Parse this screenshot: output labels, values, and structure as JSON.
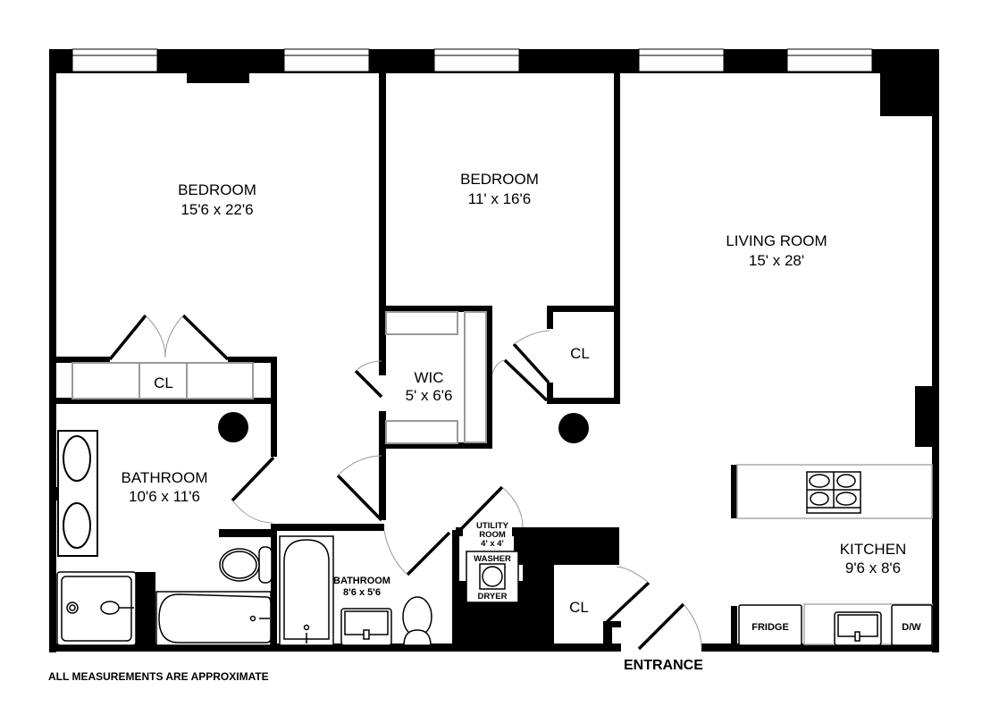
{
  "floorplan": {
    "rooms": [
      {
        "id": "bedroom-1",
        "name": "BEDROOM",
        "dimensions": "15'6 x 22'6"
      },
      {
        "id": "bedroom-2",
        "name": "BEDROOM",
        "dimensions": "11' x 16'6"
      },
      {
        "id": "living-room",
        "name": "LIVING ROOM",
        "dimensions": "15' x 28'"
      },
      {
        "id": "master-bathroom",
        "name": "BATHROOM",
        "dimensions": "10'6 x 11'6"
      },
      {
        "id": "wic",
        "name": "WIC",
        "dimensions": "5' x 6'6"
      },
      {
        "id": "bathroom-2",
        "name": "BATHROOM",
        "dimensions": "8'6 x 5'6"
      },
      {
        "id": "utility-room",
        "name": "UTILITY ROOM",
        "name_line1": "UTILITY",
        "name_line2": "ROOM",
        "dimensions": "4' x 4'"
      },
      {
        "id": "kitchen",
        "name": "KITCHEN",
        "dimensions": "9'6 x 8'6"
      }
    ],
    "closets": [
      {
        "id": "closet-bedroom-1",
        "label": "CL"
      },
      {
        "id": "closet-bedroom-2",
        "label": "CL"
      },
      {
        "id": "closet-entrance",
        "label": "CL"
      }
    ],
    "appliances": {
      "washer": "WASHER",
      "dryer": "DRYER",
      "fridge": "FRIDGE",
      "dishwasher": "D/W"
    },
    "fixtures": [
      "double-vanity",
      "shower",
      "toilet",
      "bathtub",
      "sink",
      "cooktop",
      "kitchen-sink",
      "column"
    ],
    "entrance_label": "ENTRANCE",
    "footnote": "ALL MEASUREMENTS ARE APPROXIMATE"
  }
}
